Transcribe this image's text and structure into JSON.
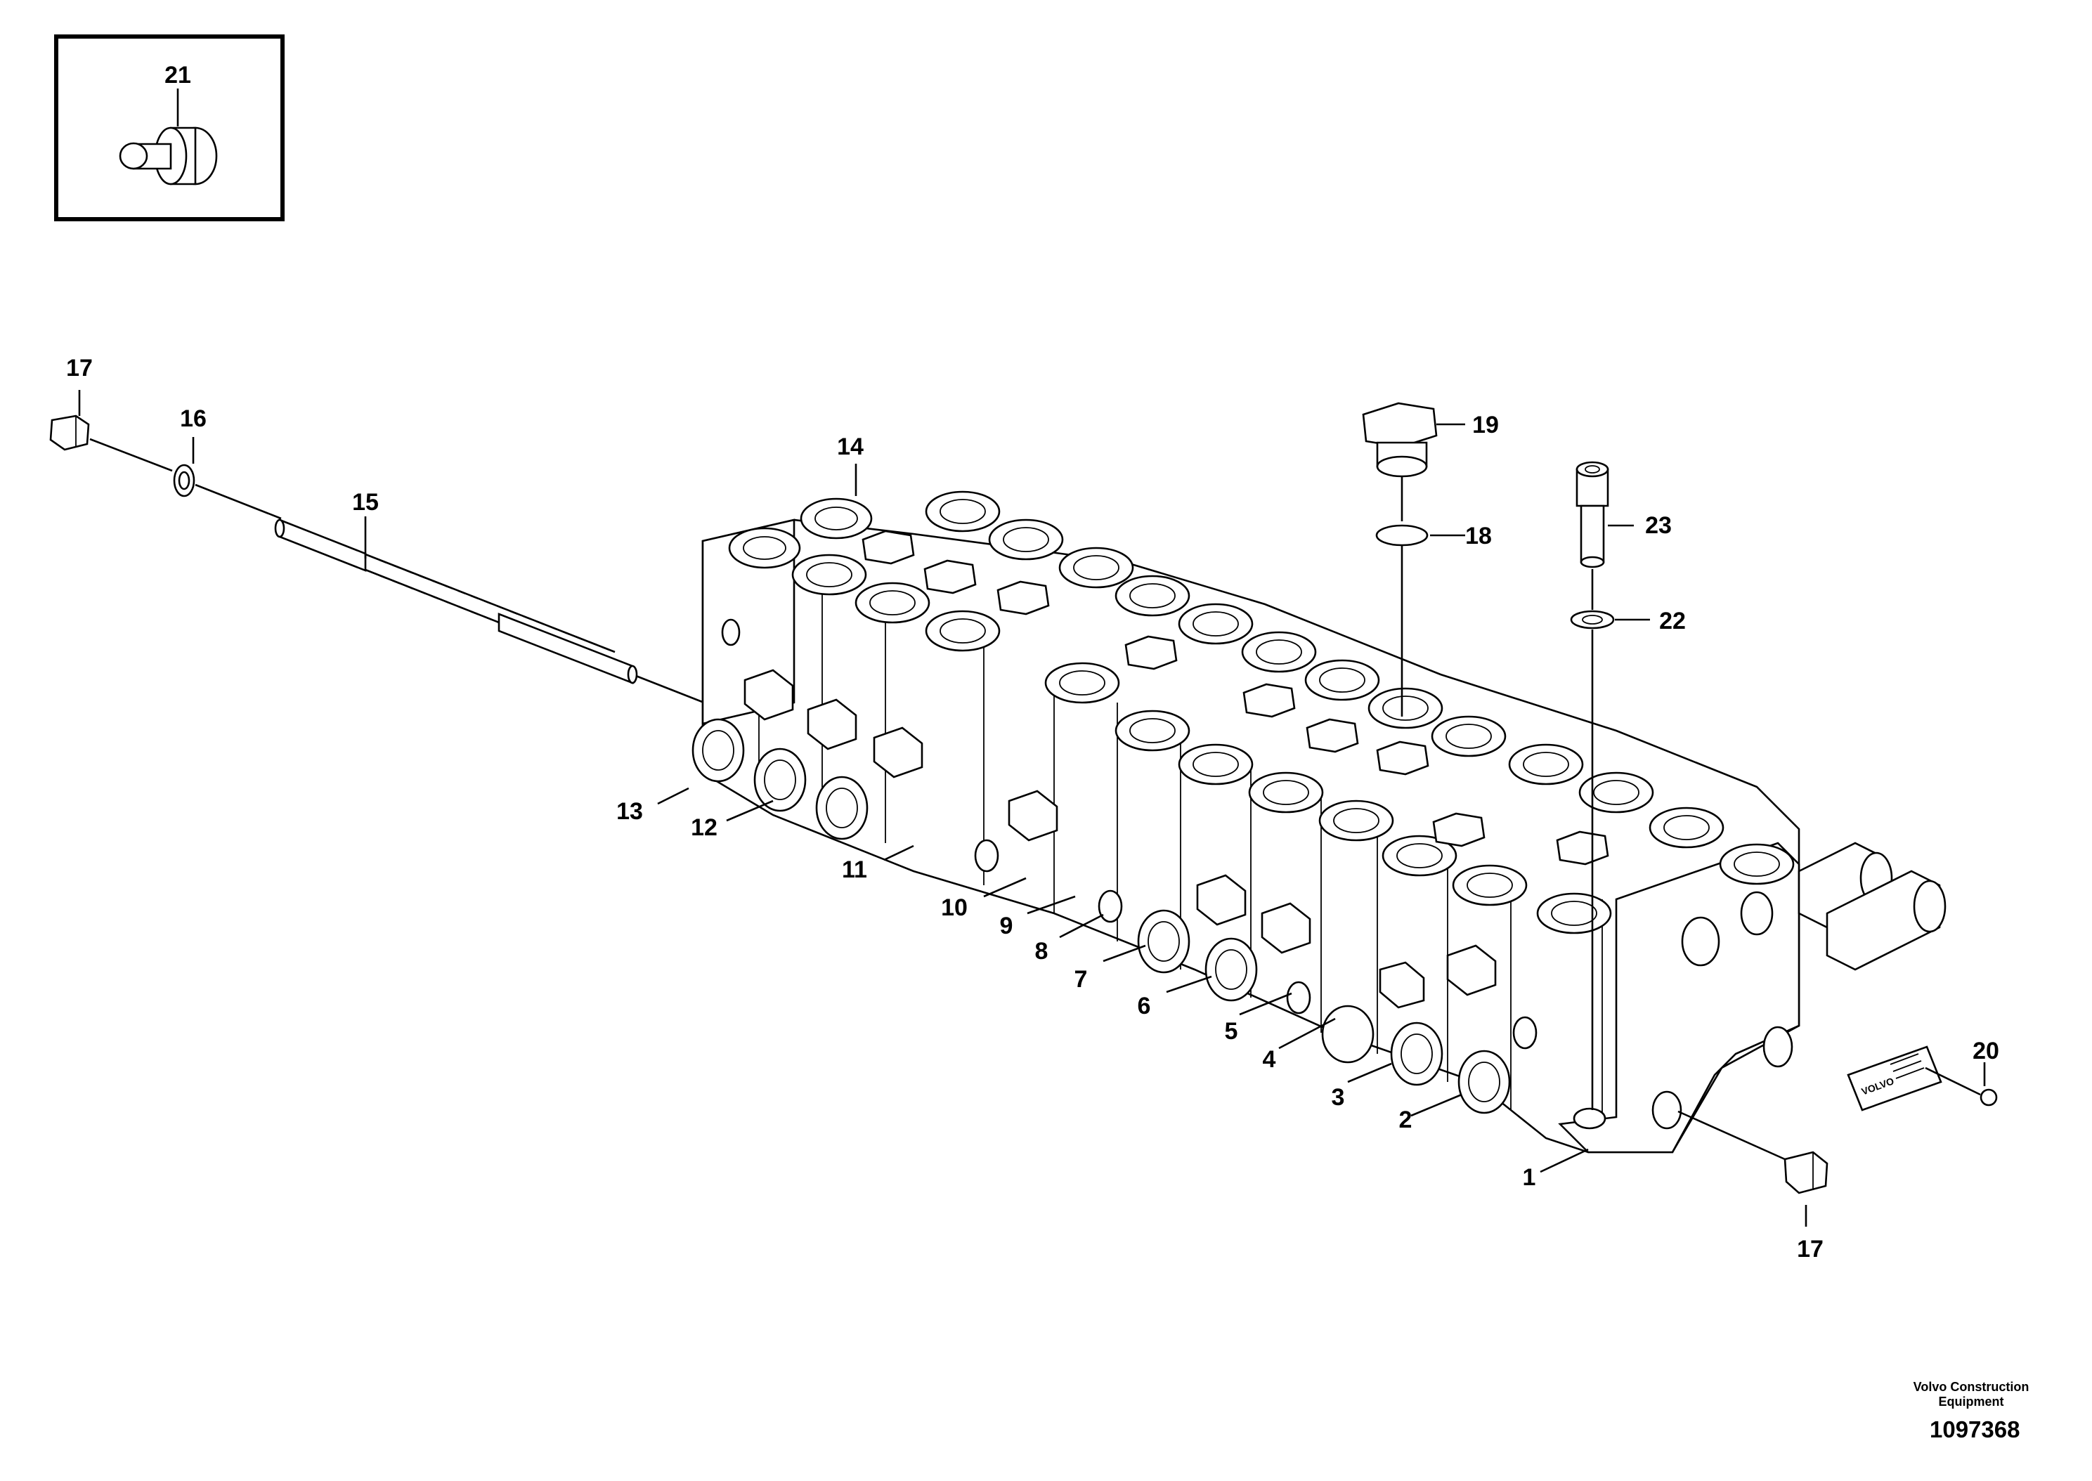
{
  "callouts": {
    "c1": "1",
    "c2": "2",
    "c3": "3",
    "c4": "4",
    "c5": "5",
    "c6": "6",
    "c7": "7",
    "c8": "8",
    "c9": "9",
    "c10": "10",
    "c11": "11",
    "c12": "12",
    "c13": "13",
    "c14": "14",
    "c15": "15",
    "c16": "16",
    "c17a": "17",
    "c17b": "17",
    "c18": "18",
    "c19": "19",
    "c20": "20",
    "c21": "21",
    "c22": "22",
    "c23": "23"
  },
  "plate_text": "VOLVO",
  "footer": {
    "company": "Volvo Construction Equipment",
    "drawing_number": "1097368"
  }
}
